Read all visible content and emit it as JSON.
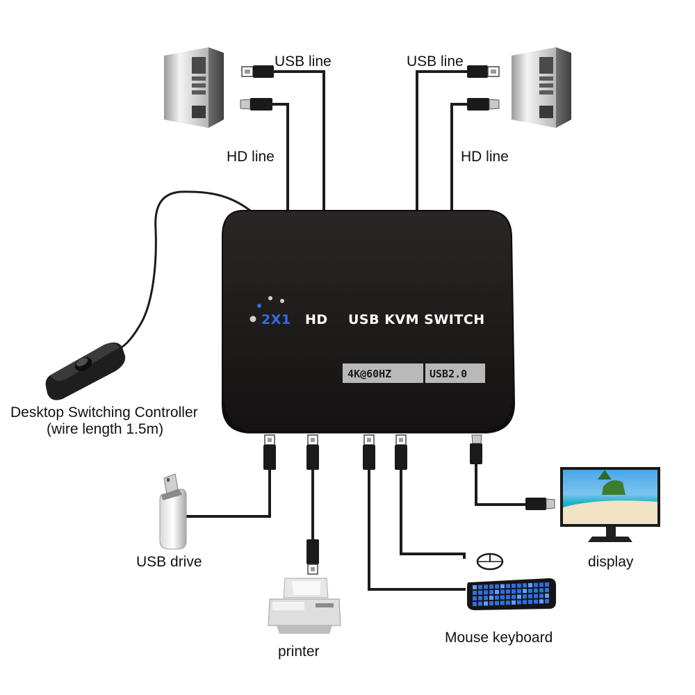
{
  "device": {
    "model_prefix": "2X1",
    "hd": "HD",
    "name": "USB KVM SWITCH",
    "badge_resolution": "4K@60HZ",
    "badge_usb": "USB2.0"
  },
  "labels": {
    "usb_line_left": "USB line",
    "usb_line_right": "USB line",
    "hd_line_left": "HD line",
    "hd_line_right": "HD line",
    "controller_line1": "Desktop Switching Controller",
    "controller_line2": "(wire length 1.5m)",
    "usb_drive": "USB drive",
    "printer": "printer",
    "mouse_keyboard": "Mouse keyboard",
    "display": "display"
  },
  "colors": {
    "device_body": "#1e1b1a",
    "badge_bg": "#b9b9b9",
    "accent_blue": "#2f6fe0",
    "wire": "#1c1c1c"
  }
}
